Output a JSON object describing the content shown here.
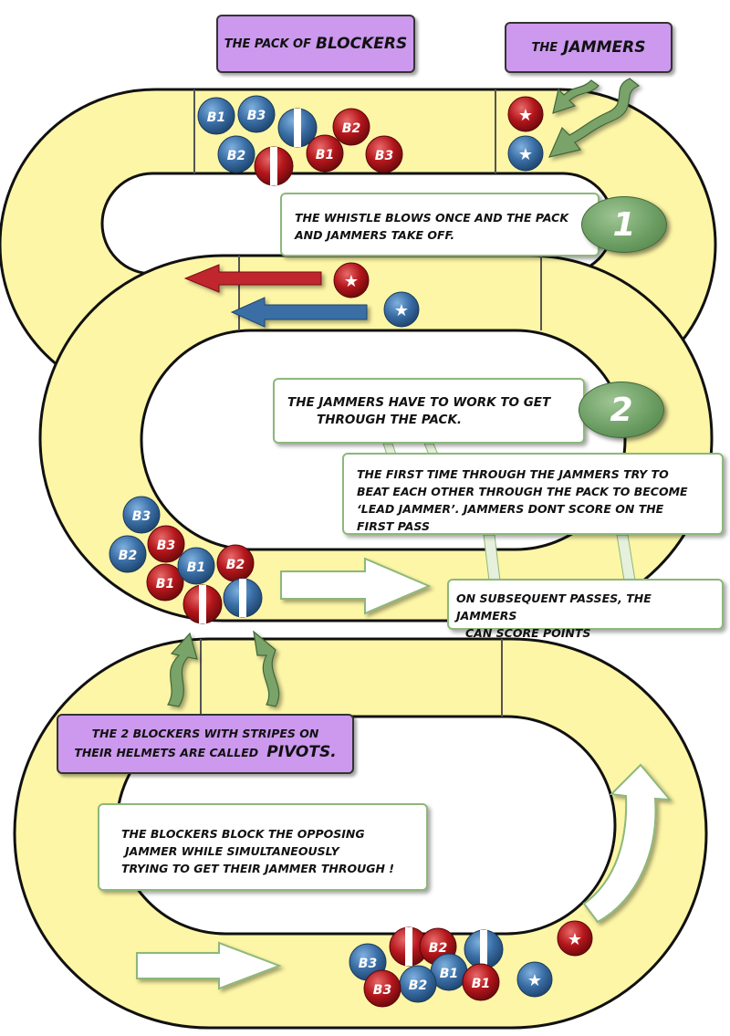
{
  "labels": {
    "pack_prefix": "THE PACK OF",
    "pack_word": "BLOCKERS",
    "jammers_prefix": "THE",
    "jammers_word": "JAMMERS",
    "pivots_line1": "THE 2 BLOCKERS WITH STRIPES ON",
    "pivots_line2_prefix": "THEIR HELMETS ARE CALLED",
    "pivots_word": "PIVOTS."
  },
  "steps": [
    {
      "number": "1",
      "text_line1": "THE WHISTLE BLOWS ONCE AND THE PACK",
      "text_line2": "AND JAMMERS TAKE OFF."
    },
    {
      "number": "2",
      "text_line1": "THE JAMMERS HAVE TO WORK TO GET",
      "text_line2": "THROUGH THE PACK."
    }
  ],
  "notes": {
    "first_pass": [
      "THE FIRST TIME THROUGH THE JAMMERS TRY TO",
      "BEAT EACH OTHER THROUGH THE PACK TO BECOME",
      "‘LEAD JAMMER’. JAMMERS DONT SCORE ON THE",
      "FIRST PASS"
    ],
    "subsequent": [
      "ON SUBSEQUENT PASSES, THE JAMMERS",
      "CAN SCORE POINTS"
    ],
    "blockers": [
      "THE BLOCKERS BLOCK THE OPPOSING",
      "JAMMER WHILE SIMULTANEOUSLY",
      "TRYING TO GET THEIR JAMMER THROUGH !"
    ]
  },
  "players": {
    "blue_labels": [
      "B1",
      "B2",
      "B3"
    ],
    "red_labels": [
      "B1",
      "B2",
      "B3"
    ]
  },
  "colors": {
    "track": "#fdf6a6",
    "blue_team": "#3a6ea5",
    "red_team": "#b4161b",
    "note_border": "#8cb87a",
    "label_bg": "#cc99ee",
    "arrow_green": "#7aa36a"
  }
}
